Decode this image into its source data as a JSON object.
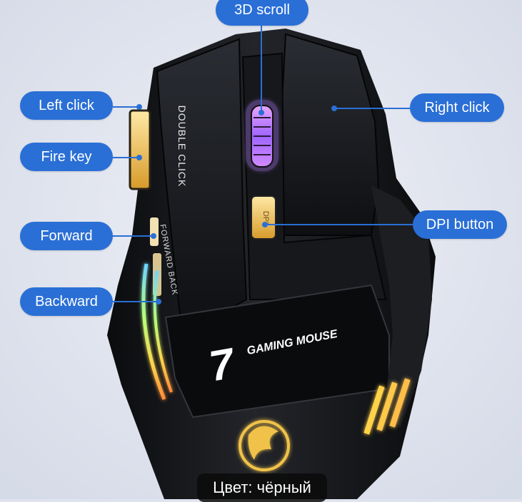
{
  "labels": {
    "scroll": "3D scroll",
    "left_click": "Left click",
    "fire_key": "Fire key",
    "forward": "Forward",
    "backward": "Backward",
    "right_click": "Right click",
    "dpi_button": "DPI button"
  },
  "mouse_printing": {
    "double_click": "DOUBLE CLICK",
    "forward_back": "FORWARD BACK",
    "brand_number": "7",
    "brand_text": "GAMING MOUSE",
    "dpi_key": "DPI"
  },
  "caption": "Цвет: чёрный",
  "colors": {
    "label_bg": "#2a6fd6",
    "mouse_body": "#141518",
    "background": "#dfe3ee",
    "accent_gold": "#f0c24a",
    "accent_purple": "#b57bff"
  }
}
